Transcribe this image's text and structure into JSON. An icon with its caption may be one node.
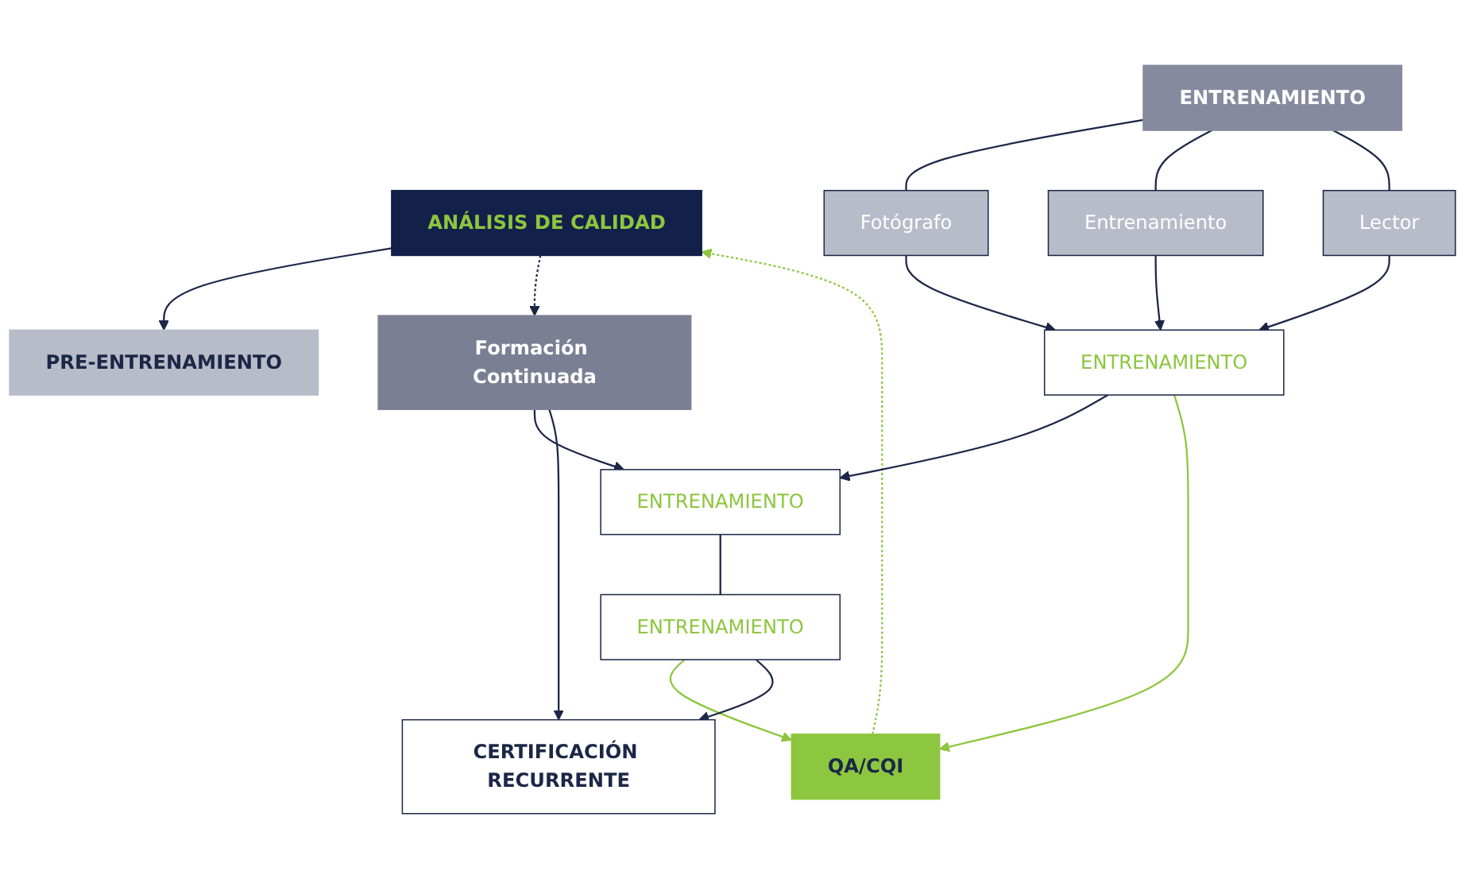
{
  "diagram": {
    "nodes": [
      {
        "text": [
          "PRE-ENTRENAMIENTO"
        ]
      },
      {
        "text": [
          "ANÁLISIS DE CALIDAD"
        ]
      },
      {
        "text": [
          "ENTRENAMIENTO"
        ]
      },
      {
        "text": [
          "QA/CQI"
        ]
      },
      {
        "text": [
          "Formación Continuada"
        ]
      },
      {
        "text": [
          "Fotógrafo"
        ]
      },
      {
        "text": [
          "Entrenamiento"
        ]
      },
      {
        "text": [
          "Lector"
        ]
      },
      {
        "text": [
          "ENTRENAMIENTO"
        ]
      },
      {
        "text": [
          "ENTRENAMIENTO"
        ]
      },
      {
        "text": [
          "ENTRENAMIENTO"
        ]
      },
      {
        "text": [
          "CERTIFICACIÓN RECURRENTE"
        ]
      }
    ],
    "edges": [
      {
        "from": 1,
        "to": 0,
        "arrow": "to"
      },
      {
        "from": 3,
        "to": 1,
        "arrow": "to",
        "style": "dashed",
        "color": "#8dc63f"
      },
      {
        "from": 1,
        "to": 4,
        "arrow": "to",
        "style": "dashed"
      },
      {
        "from": 2,
        "to": 5,
        "arrow": "none"
      },
      {
        "from": 2,
        "to": 6,
        "arrow": "none"
      },
      {
        "from": 2,
        "to": 7,
        "arrow": "none"
      },
      {
        "from": 5,
        "to": 8,
        "arrow": "to"
      },
      {
        "from": 6,
        "to": 8,
        "arrow": "to"
      },
      {
        "from": 7,
        "to": 8,
        "arrow": "to"
      },
      {
        "from": 8,
        "to": 9,
        "arrow": "to"
      },
      {
        "from": 8,
        "to": 3,
        "arrow": "to",
        "color": "#8dc63f"
      },
      {
        "from": 4,
        "to": 9,
        "arrow": "to"
      },
      {
        "from": 9,
        "to": 10,
        "arrow": "none"
      },
      {
        "from": 10,
        "to": 3,
        "arrow": "to",
        "color": "#8dc63f"
      },
      {
        "from": 4,
        "to": 11,
        "arrow": "to"
      },
      {
        "from": 10,
        "to": 11,
        "arrow": "to"
      }
    ]
  }
}
